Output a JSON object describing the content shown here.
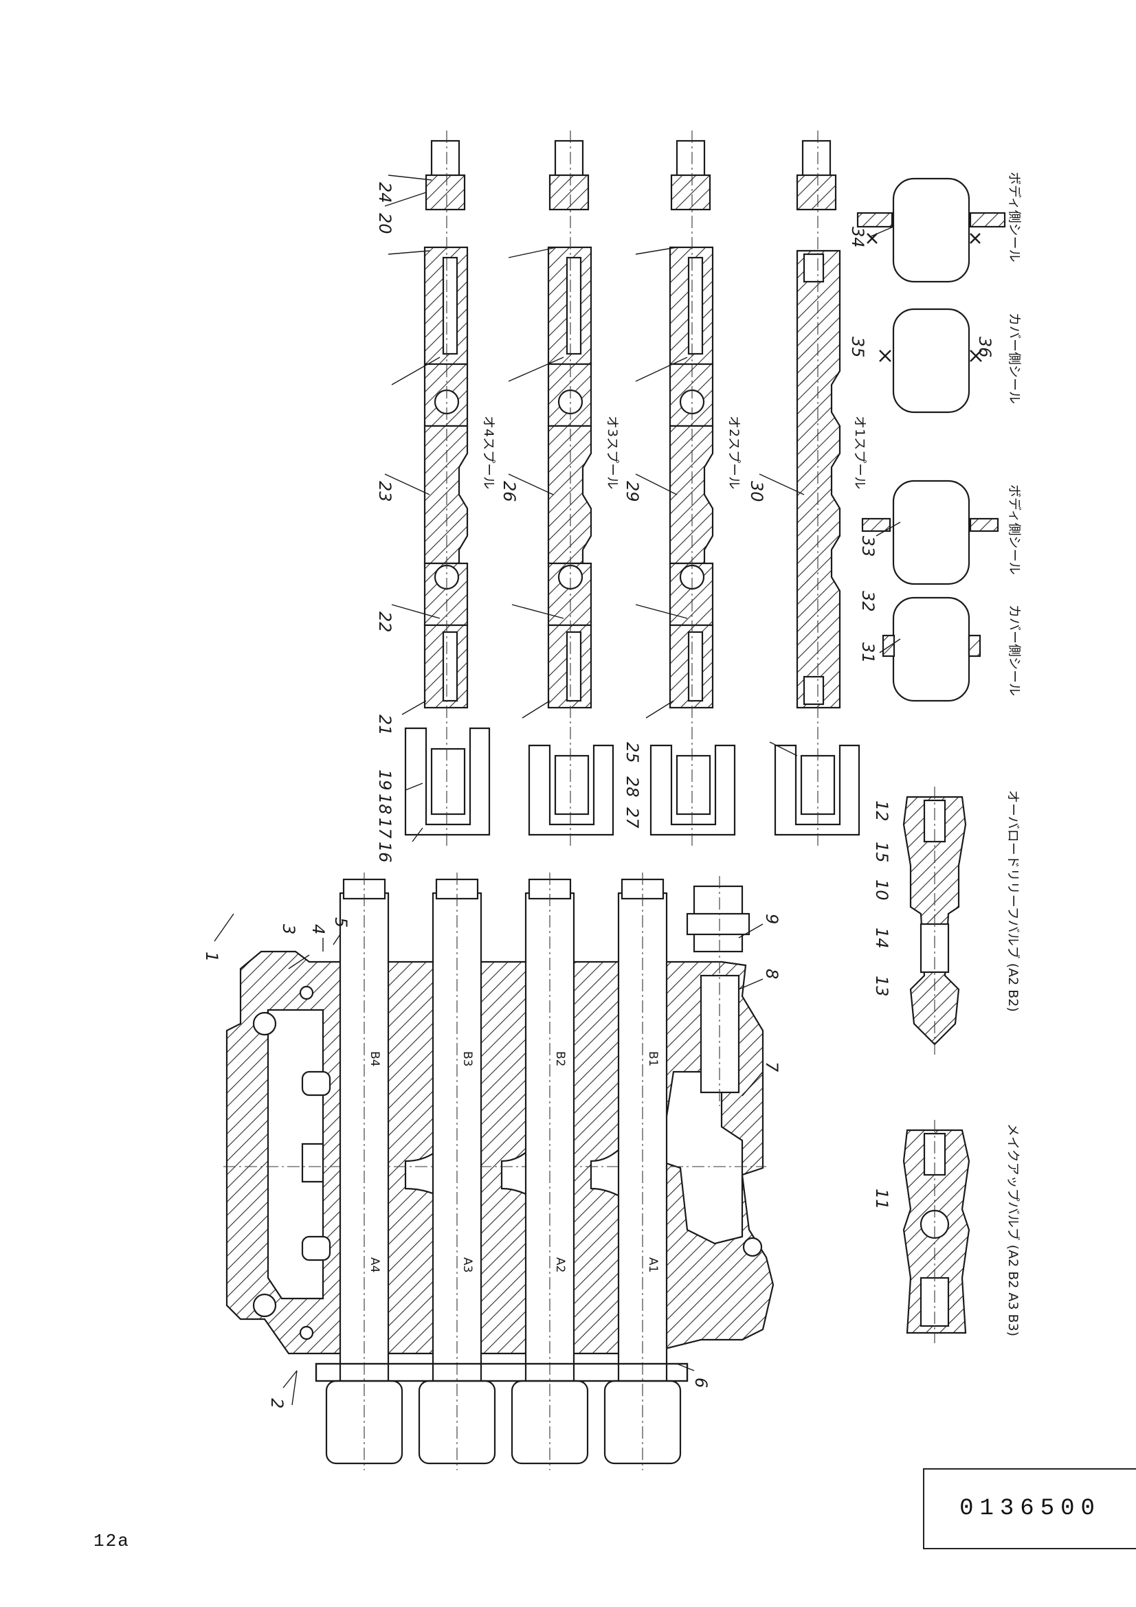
{
  "sheet": {
    "page_label": "12a",
    "document_number": "0136500"
  },
  "callouts": [
    "1",
    "2",
    "3",
    "4",
    "5",
    "6",
    "7",
    "8",
    "9",
    "10",
    "11",
    "12",
    "13",
    "14",
    "15",
    "16",
    "17",
    "18",
    "19",
    "20",
    "21",
    "22",
    "23",
    "24",
    "25",
    "26",
    "27",
    "28",
    "29",
    "30",
    "31",
    "32",
    "33",
    "34",
    "35",
    "36"
  ],
  "spool_labels": {
    "a4": "A4",
    "a3": "A3",
    "a2": "A2",
    "a1": "A1",
    "b4": "B4",
    "b3": "B3",
    "b2": "B2",
    "b1": "B1"
  },
  "spool_captions": {
    "s4": "オ4スプール",
    "s3": "オ3スプール",
    "s2": "オ2スプール",
    "s1": "オ1スプール"
  },
  "seal_captions": {
    "cover_seal_a": "カバー側シール",
    "body_seal_a": "ボディ側シール",
    "cover_seal_b": "カバー側シール",
    "body_seal_b": "ボディ側シール"
  },
  "valve_captions": {
    "overload_relief": "オーバロードリリーフバルブ (A2 B2)",
    "make_up": "メイクアップバルブ (A2 B2 A3 B3)"
  }
}
